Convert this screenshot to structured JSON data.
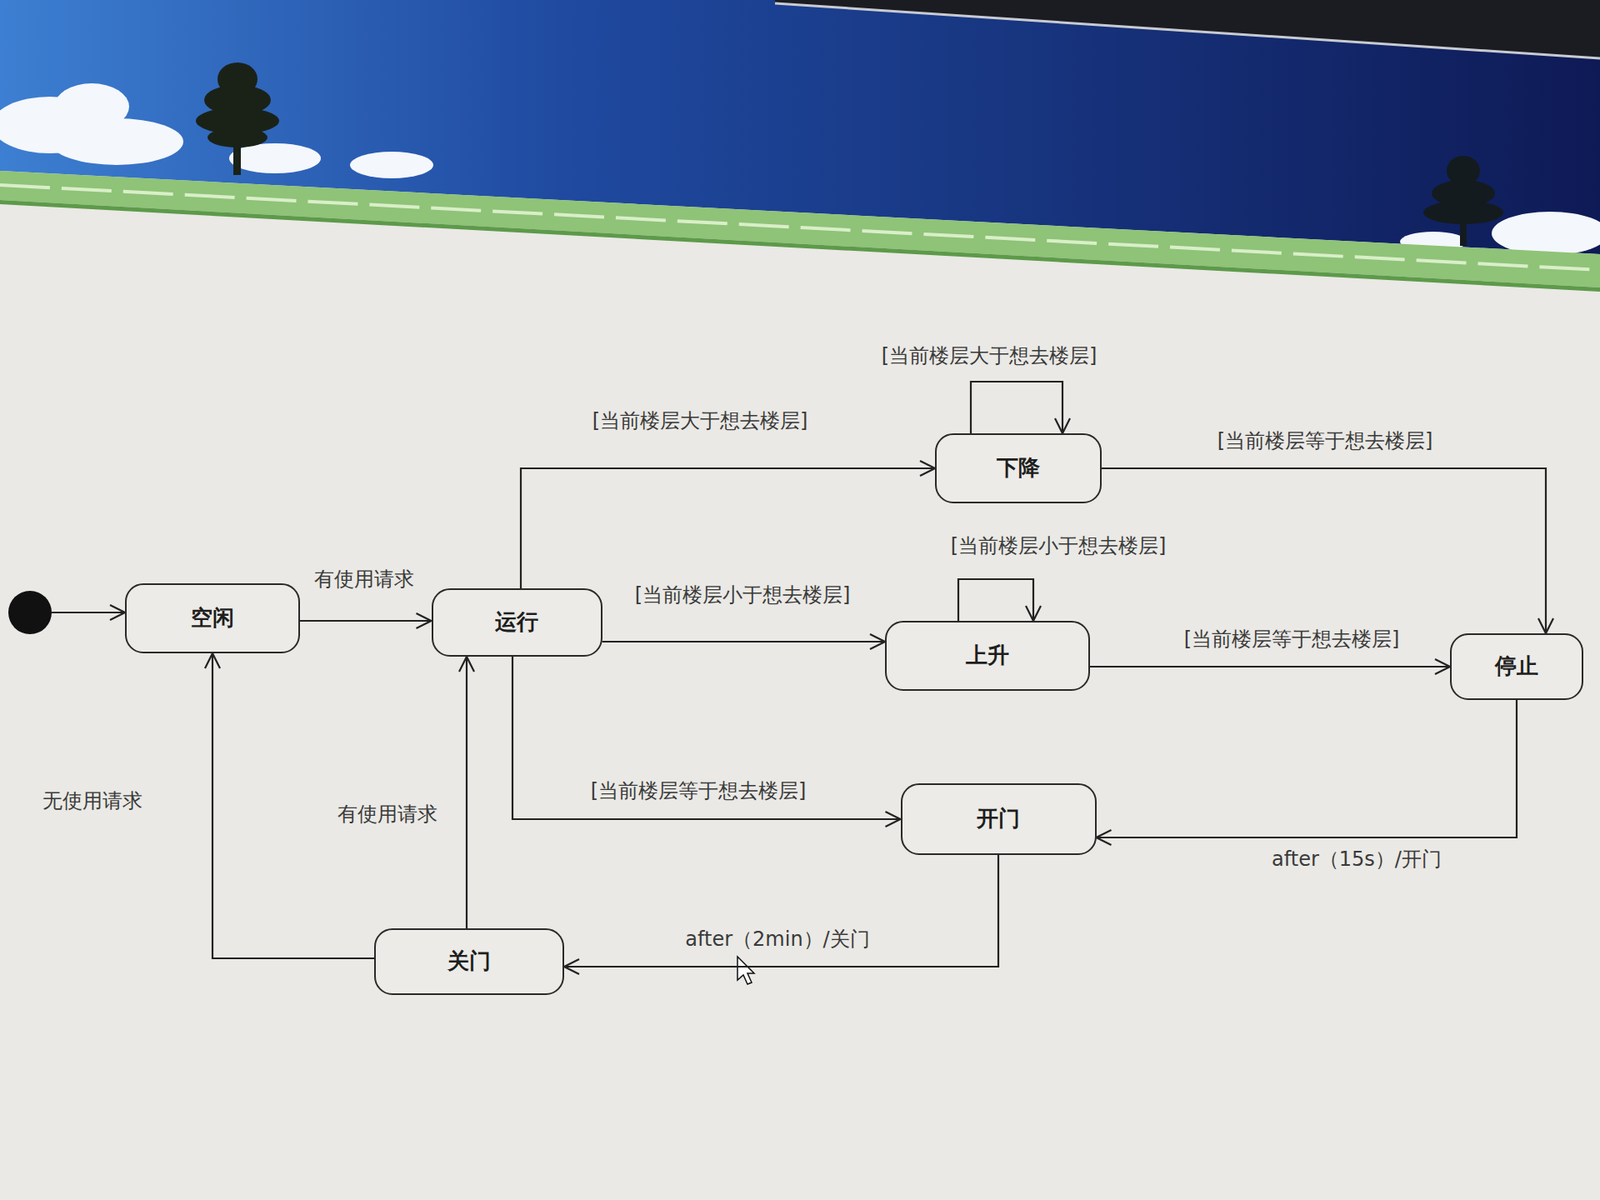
{
  "diagram": {
    "nodes": [
      {
        "text": [
          "空闲"
        ]
      },
      {
        "text": [
          "运行"
        ]
      },
      {
        "text": [
          "下降"
        ]
      },
      {
        "text": [
          "上升"
        ]
      },
      {
        "text": [
          "停止"
        ]
      },
      {
        "text": [
          "开门"
        ]
      },
      {
        "text": [
          "关门"
        ]
      }
    ],
    "edges": [
      {
        "from": 0,
        "to": 1,
        "label": "有使用请求",
        "arrow": "to"
      },
      {
        "from": 1,
        "to": 2,
        "label": "[当前楼层大于想去楼层]",
        "arrow": "to"
      },
      {
        "from": 2,
        "to": 2,
        "label": "[当前楼层大于想去楼层]",
        "arrow": "to"
      },
      {
        "from": 1,
        "to": 3,
        "label": "[当前楼层小于想去楼层]",
        "arrow": "to"
      },
      {
        "from": 3,
        "to": 3,
        "label": "[当前楼层小于想去楼层]",
        "arrow": "to"
      },
      {
        "from": 2,
        "to": 4,
        "label": "[当前楼层等于想去楼层]",
        "arrow": "to"
      },
      {
        "from": 3,
        "to": 4,
        "label": "[当前楼层等于想去楼层]",
        "arrow": "to"
      },
      {
        "from": 1,
        "to": 5,
        "label": "[当前楼层等于想去楼层]",
        "arrow": "to"
      },
      {
        "from": 4,
        "to": 5,
        "label": "after（15s）/开门",
        "arrow": "to"
      },
      {
        "from": 5,
        "to": 6,
        "label": "after（2min）/关门",
        "arrow": "to"
      },
      {
        "from": 6,
        "to": 0,
        "label": "无使用请求",
        "arrow": "to"
      },
      {
        "from": 6,
        "to": 1,
        "label": "有使用请求",
        "arrow": "to"
      }
    ]
  }
}
